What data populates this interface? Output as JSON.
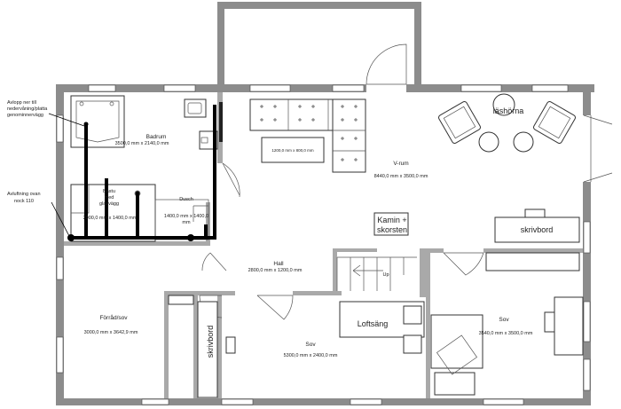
{
  "rooms": {
    "badrum": {
      "name": "Badrum",
      "dims": "3500,0 mm x 2140,0 mm"
    },
    "bastu": {
      "name": "Bastu",
      "line2": "med",
      "line3": "glasvägg",
      "dims": "2000,0 mm x 1400,0 mm"
    },
    "dusch": {
      "name": "Dusch",
      "dims_l1": "1400,0 mm x 1400,0",
      "dims_l2": "mm"
    },
    "vrum": {
      "name": "V-rum",
      "dims": "8440,0 mm x 3500,0 mm"
    },
    "hall": {
      "name": "Hall",
      "dims": "2800,0 mm x 1200,0 mm"
    },
    "forrad": {
      "name": "Förråd/sov",
      "dims": "3000,0 mm x 3642,9 mm"
    },
    "sov_mid": {
      "name": "Sov",
      "dims": "5300,0 mm x 2400,0 mm"
    },
    "sov_right": {
      "name": "Sov",
      "dims": "3540,0 mm x 3500,0 mm"
    }
  },
  "labels": {
    "rug_dims": "1200,0 mm x 800,0 mm",
    "lashorna": "läshörna",
    "skrivbord_right": "skrivbord",
    "skrivbord_left": "skrivbord",
    "kamin_l1": "Kamin +",
    "kamin_l2": "skorsten",
    "loftsang": "Loftsäng",
    "up": "Up"
  },
  "annotations": {
    "avlopp": [
      "Avlopp ner till",
      "nedervåning/platta",
      "genominnervägg"
    ],
    "avluftning": [
      "Avluftning ovan",
      "nock 110"
    ]
  }
}
